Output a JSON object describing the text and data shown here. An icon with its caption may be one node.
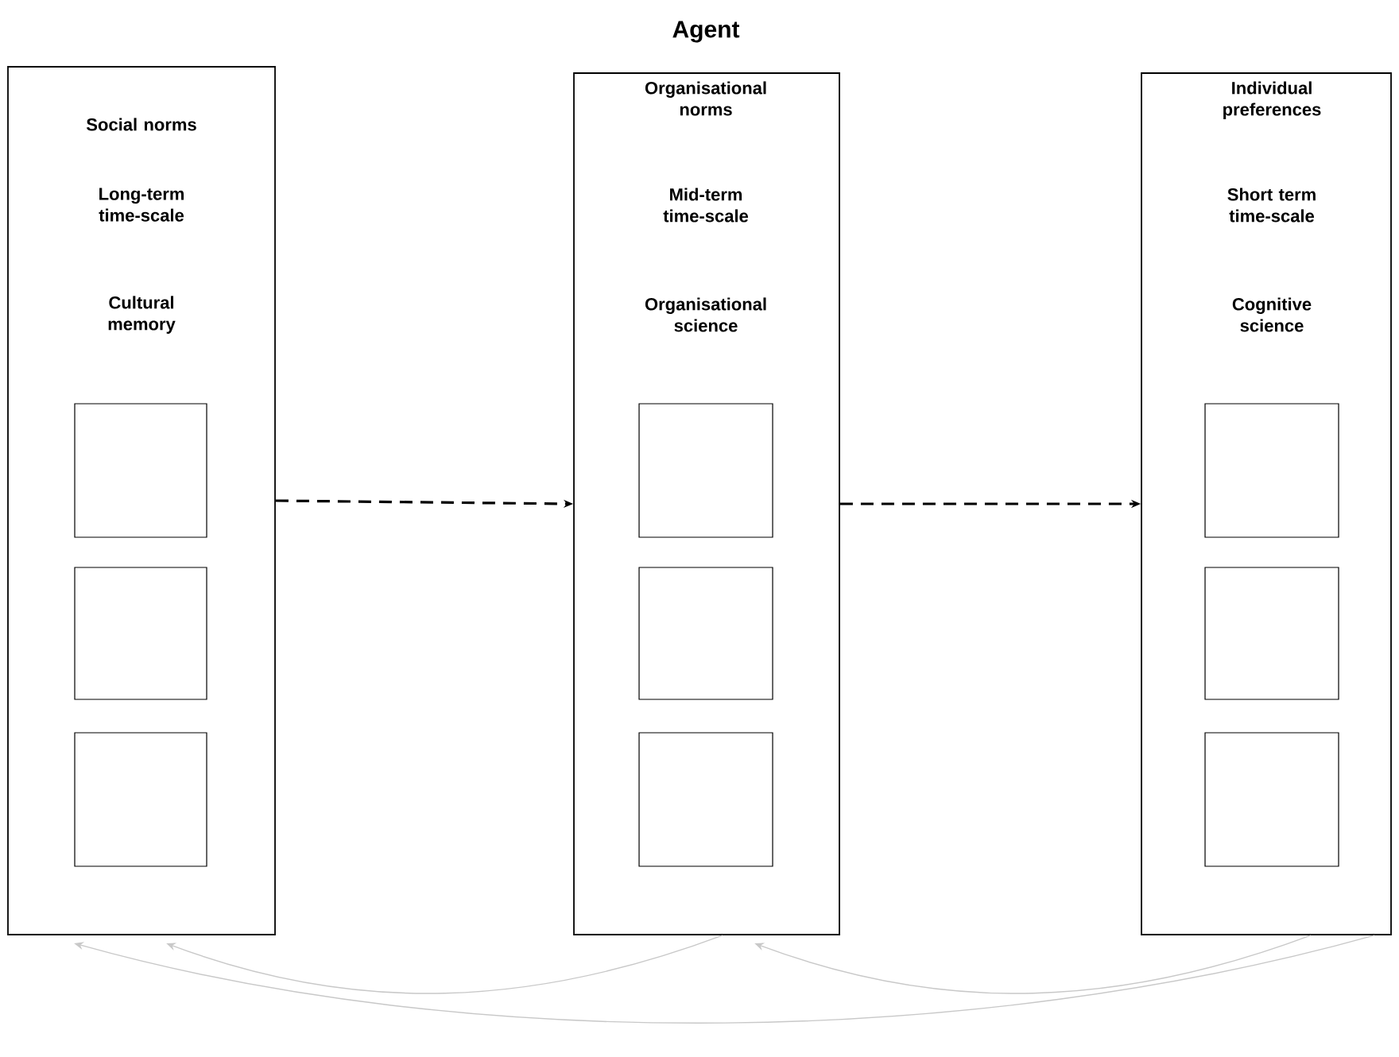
{
  "diagram": {
    "title": "Agent",
    "nodes": [
      {
        "text": [
          "Social norms",
          "Long-term time-scale",
          "Cultural memory"
        ]
      },
      {
        "text": [],
        "shape": "box",
        "in": 0
      },
      {
        "text": [],
        "shape": "box",
        "in": 0
      },
      {
        "text": [],
        "shape": "box",
        "in": 0
      },
      {
        "text": [
          "Organisational norms",
          "Mid-term time-scale",
          "Organisational science"
        ]
      },
      {
        "text": [],
        "shape": "box",
        "in": 4
      },
      {
        "text": [],
        "shape": "box",
        "in": 4
      },
      {
        "text": [],
        "shape": "box",
        "in": 4
      },
      {
        "text": [
          "Individual preferences",
          "Short term time-scale",
          "Cognitive science"
        ]
      },
      {
        "text": [],
        "shape": "box",
        "in": 8
      },
      {
        "text": [],
        "shape": "box",
        "in": 8
      },
      {
        "text": [],
        "shape": "box",
        "in": 8
      }
    ],
    "edges": [
      {
        "from": 0,
        "to": 4,
        "arrow": "to",
        "style": "dashed",
        "color": "#000000"
      },
      {
        "from": 4,
        "to": 8,
        "arrow": "to",
        "style": "dashed",
        "color": "#000000"
      },
      {
        "from": 4,
        "to": 0,
        "arrow": "to",
        "color": "#c8c8c8"
      },
      {
        "from": 8,
        "to": 4,
        "arrow": "to",
        "color": "#c8c8c8"
      },
      {
        "from": 8,
        "to": 0,
        "arrow": "to",
        "color": "#c8c8c8"
      }
    ]
  }
}
